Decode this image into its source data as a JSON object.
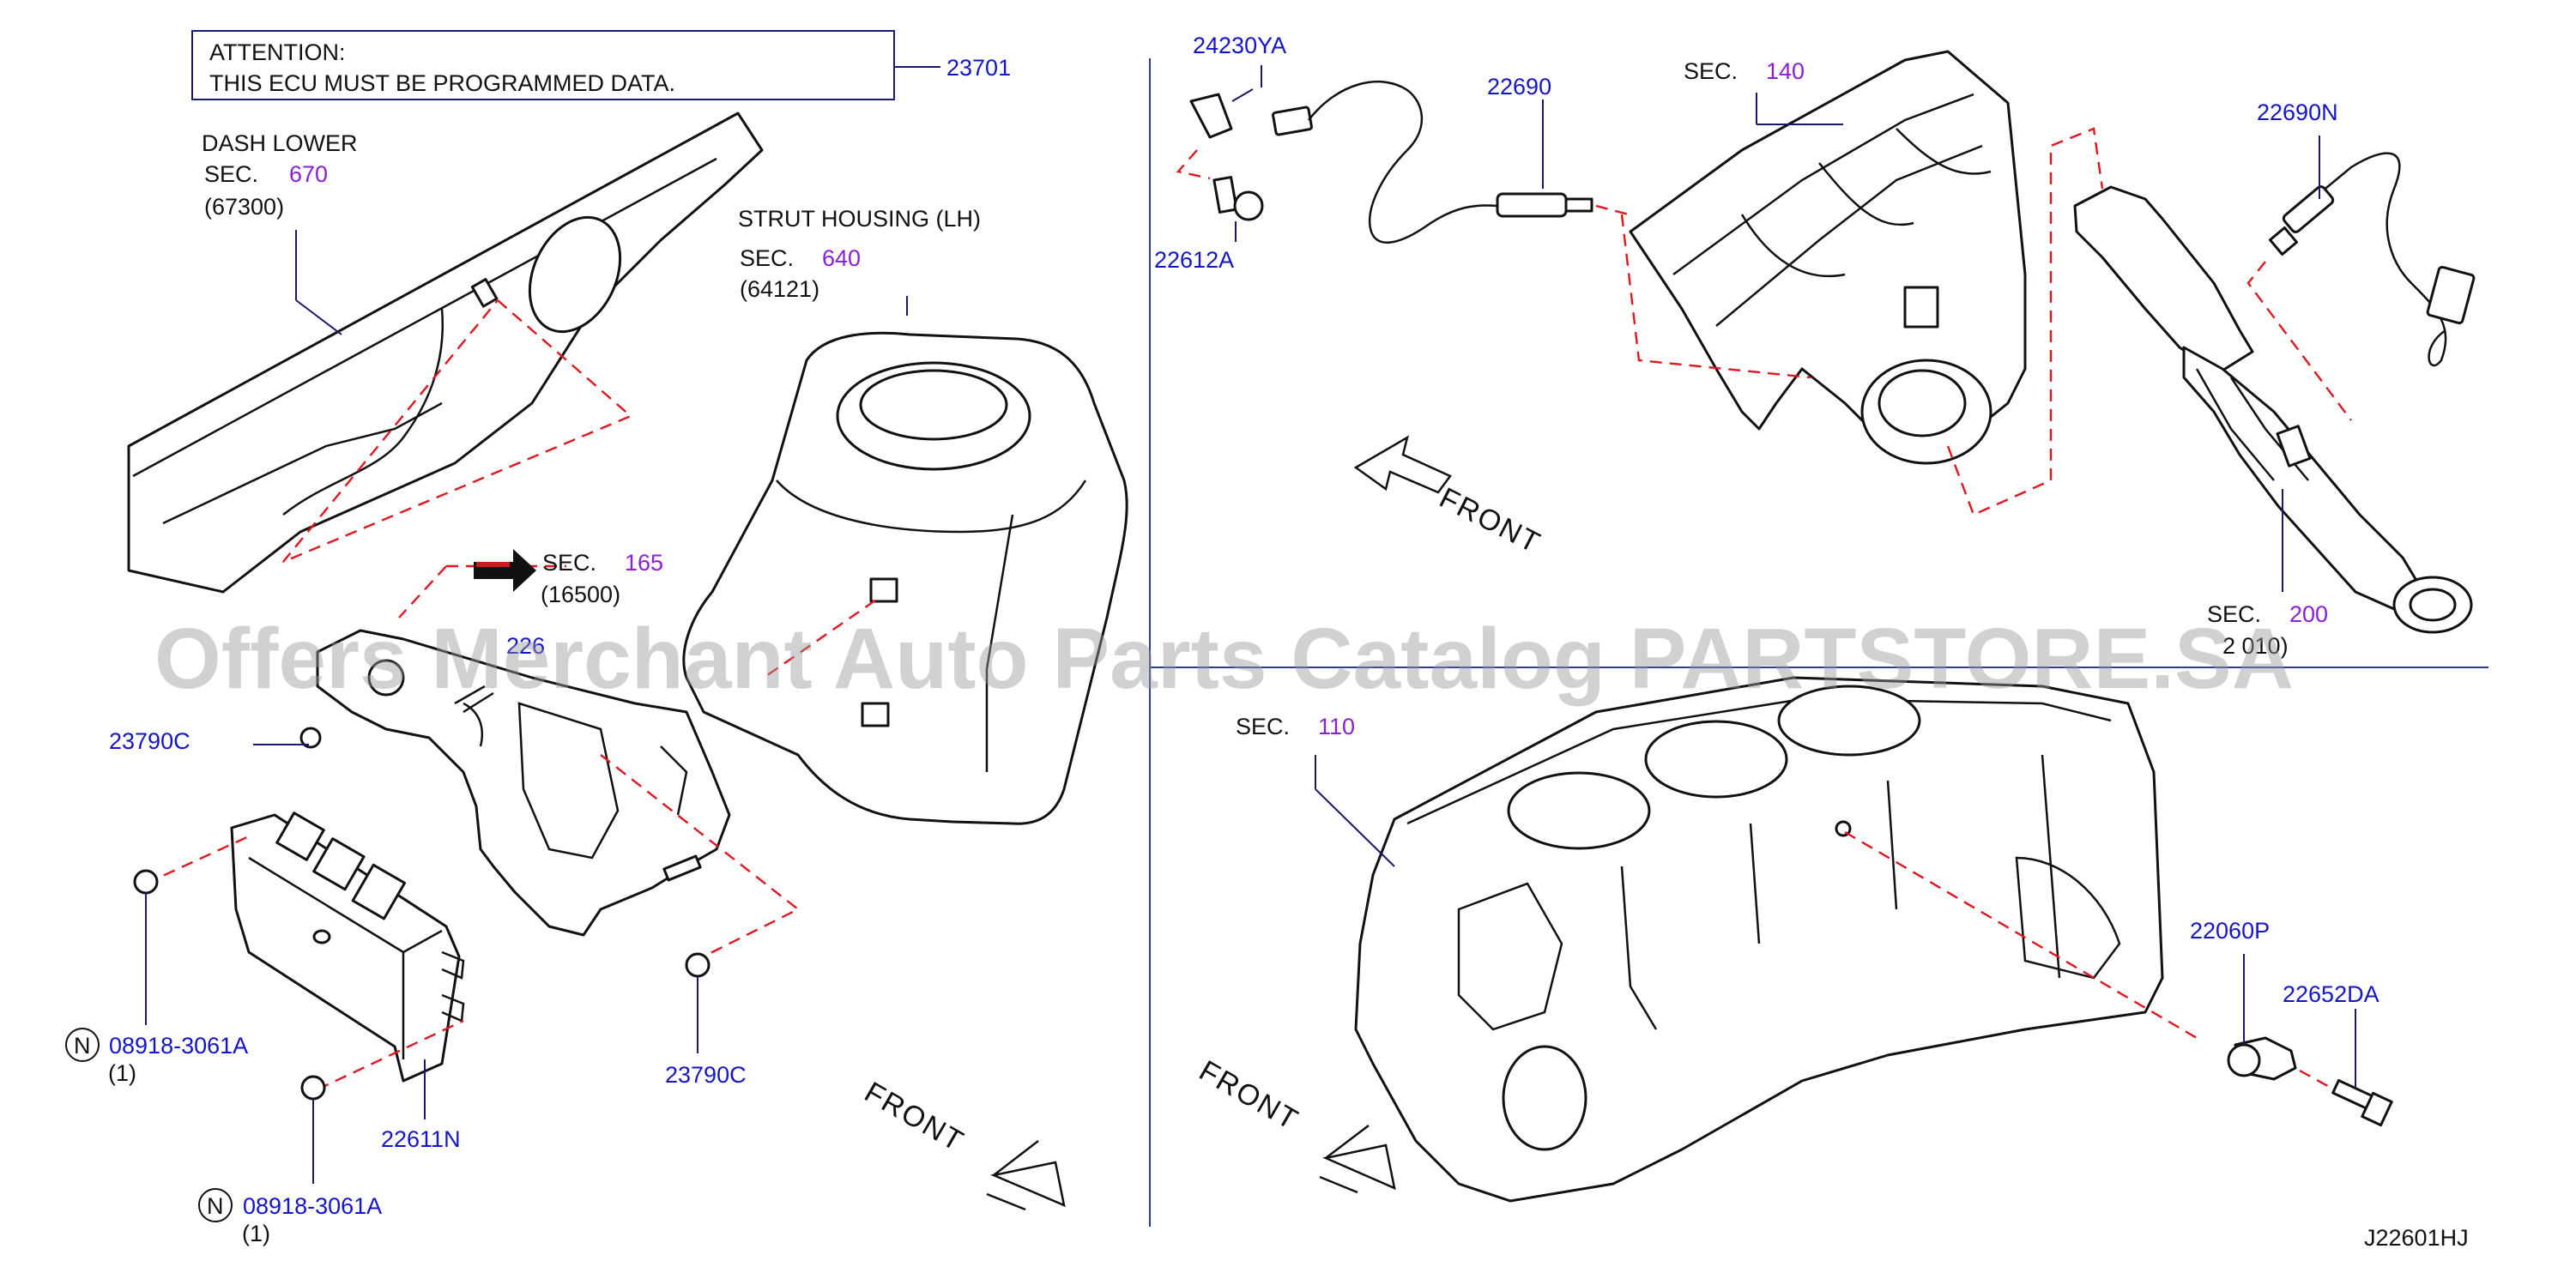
{
  "attention": {
    "line1": "ATTENTION:",
    "line2": "THIS   ECU   MUST   BE   PROGRAMMED   DATA."
  },
  "callouts": {
    "p23701": "23701",
    "p24230YA": "24230YA",
    "p22690": "22690",
    "p22612A": "22612A",
    "p22690N": "22690N",
    "p23790C_a": "23790C",
    "p23790C_b": "23790C",
    "p08918_a": "08918-3061A",
    "p08918_b": "08918-3061A",
    "qty_a": "(1)",
    "qty_b": "(1)",
    "p22611N": "22611N",
    "p22060P": "22060P",
    "p22652DA": "22652DA",
    "p226partial": "226",
    "n_badge": "N"
  },
  "references": {
    "dash_lower": "DASH   LOWER",
    "sec_word": "SEC.",
    "sec670": "670",
    "ref67300": "(67300)",
    "strut_housing": "STRUT   HOUSING   (LH)",
    "sec640": "640",
    "ref64121": "(64121)",
    "sec165": "165",
    "ref16500": "(16500)",
    "sec140": "140",
    "sec200": "200",
    "ref200partial": "2  010)",
    "sec110": "110"
  },
  "front_label": "FRONT",
  "watermark": "Offers Merchant Auto Parts Catalog PARTSTORE.SA",
  "drawing_id": "J22601HJ",
  "colors": {
    "part_number": "#1414c8",
    "section_number": "#8a1fd6",
    "dashed_link": "#e0161e",
    "divider": "#2a3aa0"
  }
}
